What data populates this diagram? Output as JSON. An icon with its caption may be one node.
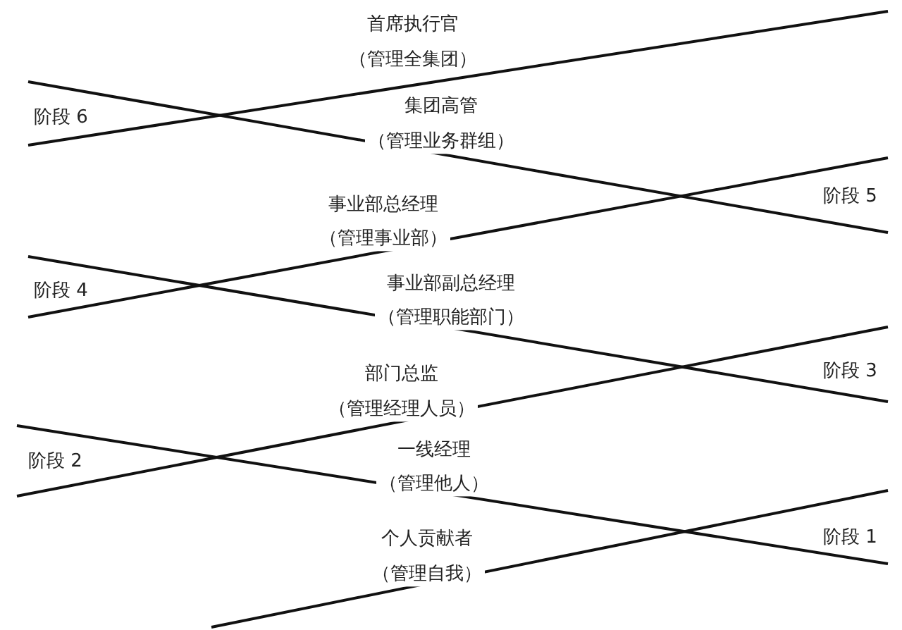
{
  "diagram": {
    "labels": [
      "首席执行官",
      "（管理全集团）",
      "阶段 6",
      "集团高管",
      "（管理业务群组）",
      "阶段 5",
      "事业部总经理",
      "（管理事业部）",
      "阶段 4",
      "事业部副总经理",
      "（管理职能部门）",
      "阶段 3",
      "部门总监",
      "（管理经理人员）",
      "阶段 2",
      "一线经理",
      "（管理他人）",
      "阶段 1",
      "个人贡献者",
      "（管理自我）"
    ]
  }
}
